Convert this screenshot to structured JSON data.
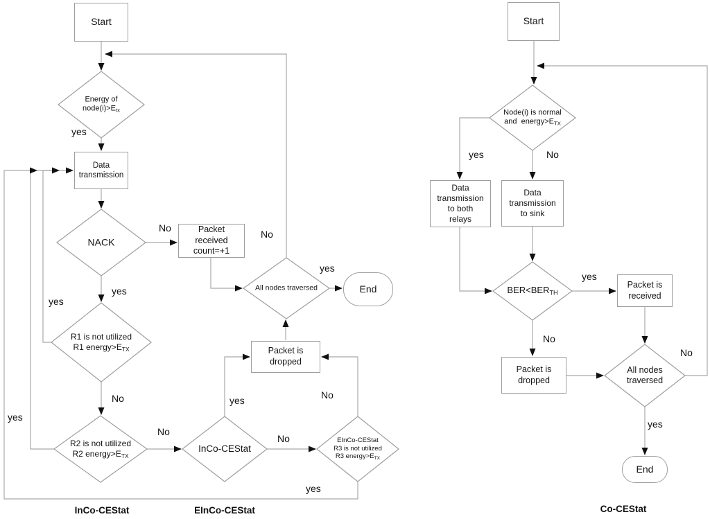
{
  "colors": {
    "background": "#ffffff",
    "connector_line": "#a9a9a9",
    "shape_border": "#9e9e9e",
    "arrowhead": "#111111",
    "text": "#141414"
  },
  "captions": {
    "inco": "InCo-CEStat",
    "einco": "EInCo-CEStat",
    "co": "Co-CEStat"
  },
  "left_chart": {
    "start": "Start",
    "energy_decision": {
      "text": "Energy of\nnode(i)>E",
      "sub": "tx"
    },
    "data_transmission": "Data\ntransmission",
    "nack_decision": "NACK",
    "packet_received_count": "Packet\nreceived\ncount=+1",
    "r1_decision": {
      "text": "R1 is not utilized\nR1 energy>E",
      "sub": "TX"
    },
    "r2_decision": {
      "text": "R2 is not utilized\nR2 energy>E",
      "sub": "TX"
    },
    "inco_decision": "InCo-CEStat",
    "einco_decision": {
      "text": "EInCo-CEStat\nR3 is not utilized\nR3 energy>E",
      "sub": "TX"
    },
    "packet_dropped": "Packet is\ndropped",
    "all_nodes_decision": "All nodes traversed",
    "end": "End",
    "labels": {
      "energy_yes": "yes",
      "nack_no": "No",
      "nack_yes": "yes",
      "r1_yes": "yes",
      "r1_no": "No",
      "r2_yes": "yes",
      "r2_no": "No",
      "inco_yes": "yes",
      "inco_no": "No",
      "einco_no": "No",
      "einco_yes": "yes",
      "all_nodes_no": "No",
      "all_nodes_yes": "yes"
    }
  },
  "right_chart": {
    "start": "Start",
    "node_decision": {
      "text": "Node(i) is normal\nand  energy>E",
      "sub": "TX"
    },
    "tx_relays": "Data\ntransmission\nto both\nrelays",
    "tx_sink": "Data\ntransmission\nto sink",
    "ber_decision": {
      "text": "BER<BER",
      "sub": "TH"
    },
    "packet_received": "Packet is\nreceived",
    "packet_dropped": "Packet is\ndropped",
    "all_nodes_decision": "All nodes\ntraversed",
    "end": "End",
    "labels": {
      "node_yes": "yes",
      "node_no": "No",
      "ber_yes": "yes",
      "ber_no": "No",
      "all_nodes_no": "No",
      "all_nodes_yes": "yes"
    }
  }
}
